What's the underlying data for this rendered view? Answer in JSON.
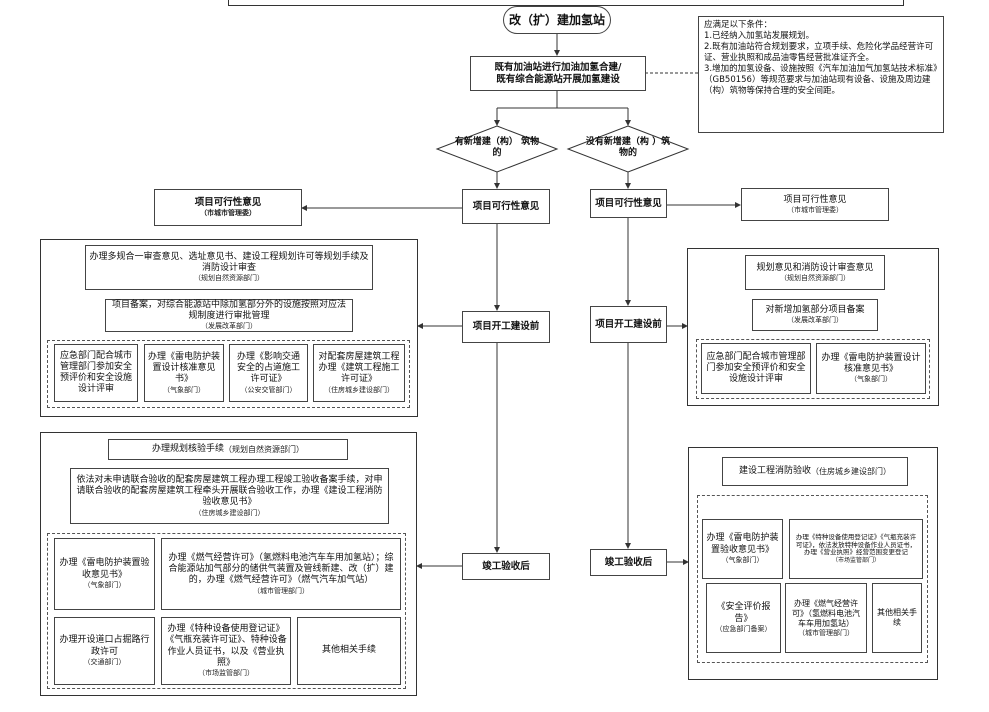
{
  "start": "改（扩）建加氢站",
  "conditions": {
    "title": "应满足以下条件：",
    "c1": "1.已经纳入加氢站发展规划。",
    "c2": "2.既有加油站符合规划要求，立项手续、危险化学品经营许可证、营业执照和成品油零售经营批准证齐全。",
    "c3": "3.增加的加氢设备、设施按照《汽车加油加气加氢站技术标准》（GB50156）等规范要求与加油站现有设备、设施及周边建（构）筑物等保持合理的安全间距。"
  },
  "main_box": {
    "line1": "既有加油站进行加油加氢合建/",
    "line2": "既有综合能源站开展加氢建设"
  },
  "decision_left": {
    "line1": "有新增建（构）",
    "line2": "筑物的"
  },
  "decision_right": {
    "line1": "没有新增建（构",
    "line2": "）筑物的"
  },
  "left_column": {
    "feasibility": "项目可行性意见",
    "start_build": "项目开工建设前",
    "completion": "竣工验收后"
  },
  "right_column": {
    "feasibility": "项目可行性意见",
    "start_build": "项目开工建设前",
    "completion": "竣工验收后"
  },
  "left_feasibility_box": {
    "title": "项目可行性意见",
    "dept": "（市城市管理委）"
  },
  "right_feasibility_box": {
    "title": "项目可行性意见",
    "dept": "（市城市管理委）"
  },
  "left_build": {
    "a_text": "办理多规合一审查意见、选址意见书、建设工程规划许可等规划手续及消防设计审查",
    "a_dept": "（规划自然资源部门）",
    "b_text": "项目备案，对综合能源站中除加氢部分外的设施按照对应法规制度进行审批管理",
    "b_dept": "（发展改革部门）",
    "c1_text": "应急部门配合城市管理部门参加安全预评价和安全设施设计评审",
    "c2_text": "办理《雷电防护装置设计核准意见书》",
    "c2_dept": "（气象部门）",
    "c3_text": "办理《影响交通安全的占道施工许可证》",
    "c3_dept": "（公安交管部门）",
    "c4_text": "对配套房屋建筑工程办理《建筑工程施工许可证》",
    "c4_dept": "（住房城乡建设部门）"
  },
  "right_build": {
    "a_text": "规划意见和消防设计审查意见",
    "a_dept": "（规划自然资源部门）",
    "b_text": "对新增加氢部分项目备案",
    "b_dept": "（发展改革部门）",
    "c1_text": "应急部门配合城市管理部门参加安全预评价和安全设施设计评审",
    "c2_text": "办理《雷电防护装置设计核准意见书》",
    "c2_dept": "（气象部门）"
  },
  "left_completion": {
    "a_text": "办理规划核验手续",
    "a_dept": "（规划自然资源部门）",
    "b_text": "依法对未申请联合验收的配套房屋建筑工程办理工程竣工验收备案手续，对申请联合验收的配套房屋建筑工程牵头开展联合验收工作，办理《建设工程消防验收意见书》",
    "b_dept": "（住房城乡建设部门）",
    "c1_text": "办理《雷电防护装置验收意见书》",
    "c1_dept": "（气象部门）",
    "c2_text": "办理《燃气经营许可》（氢燃料电池汽车车用加氢站）；综合能源站加气部分的储供气装置及管线新建、改（扩）建的，办理《燃气经营许可》（燃气汽车加气站）",
    "c2_dept": "（城市管理部门）",
    "d1_text": "办理开设道口占掘路行政许可",
    "d1_dept": "（交通部门）",
    "d2_text": "办理《特种设备使用登记证》《气瓶充装许可证》、特种设备作业人员证书，以及《营业执照》",
    "d2_dept": "（市场监管部门）",
    "d3_text": "其他相关手续"
  },
  "right_completion": {
    "a_text": "建设工程消防验收",
    "a_dept": "（住房城乡建设部门）",
    "b1_text": "办理《雷电防护装置验收意见书》",
    "b1_dept": "（气象部门）",
    "b2_text": "办理《特种设备使用登记证》《气瓶充装许可证》，依法发放特种设备作业人员证书，办理《营业执照》经营范围变更登记",
    "b2_dept": "（市场监管部门）",
    "c1_text": "《安全评价报告》",
    "c1_dept": "（应急部门备案）",
    "c2_text": "办理《燃气经营许可》（氢燃料电池汽车车用加氢站）",
    "c2_dept": "（城市管理部门）",
    "c3_text": "其他相关手续"
  }
}
